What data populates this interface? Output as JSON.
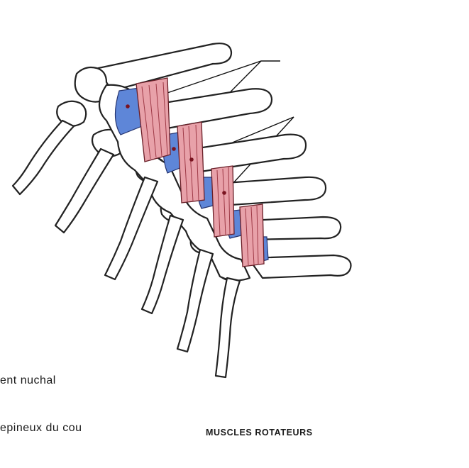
{
  "figure": {
    "title": "MUSCLES ROTATEURS",
    "labels": [
      "ent nuchal",
      "epineux du cou"
    ],
    "colors": {
      "muscle_red": "#e8a1a9",
      "muscle_blue": "#5e86d8",
      "outline": "#222222",
      "background": "#ffffff"
    }
  }
}
